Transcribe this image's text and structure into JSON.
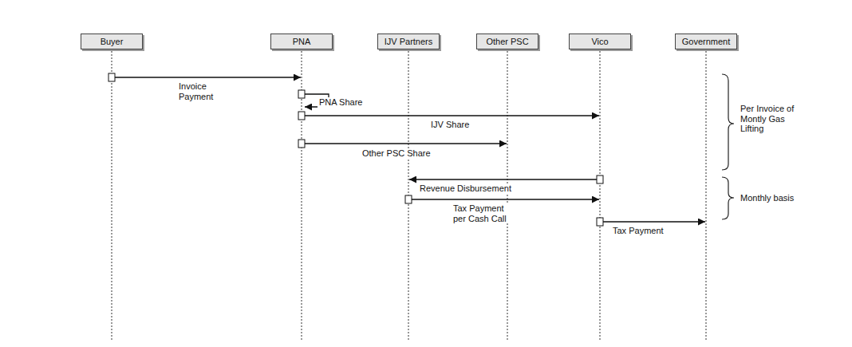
{
  "diagram": {
    "nodes": [
      {
        "text": [
          "Buyer"
        ]
      },
      {
        "text": [
          "PNA"
        ]
      },
      {
        "text": [
          "IJV Partners"
        ]
      },
      {
        "text": [
          "Other PSC"
        ]
      },
      {
        "text": [
          "Vico"
        ]
      },
      {
        "text": [
          "Government"
        ]
      }
    ],
    "edges": [
      {
        "from": 0,
        "to": 1,
        "arrow": "to",
        "label": "Invoice Payment"
      },
      {
        "from": 1,
        "to": 1,
        "arrow": "to",
        "label": "PNA Share"
      },
      {
        "from": 1,
        "to": 4,
        "arrow": "to",
        "label": "IJV Share"
      },
      {
        "from": 1,
        "to": 3,
        "arrow": "to",
        "label": "Other PSC Share"
      },
      {
        "from": 4,
        "to": 2,
        "arrow": "to",
        "label": "Revenue Disbursement"
      },
      {
        "from": 2,
        "to": 4,
        "arrow": "to",
        "label": "Tax Payment per Cash Call"
      },
      {
        "from": 4,
        "to": 5,
        "arrow": "to",
        "label": "Tax Payment"
      }
    ],
    "labels": [
      "Per Invoice of Montly Gas Lifting",
      "Monthly basis"
    ]
  }
}
